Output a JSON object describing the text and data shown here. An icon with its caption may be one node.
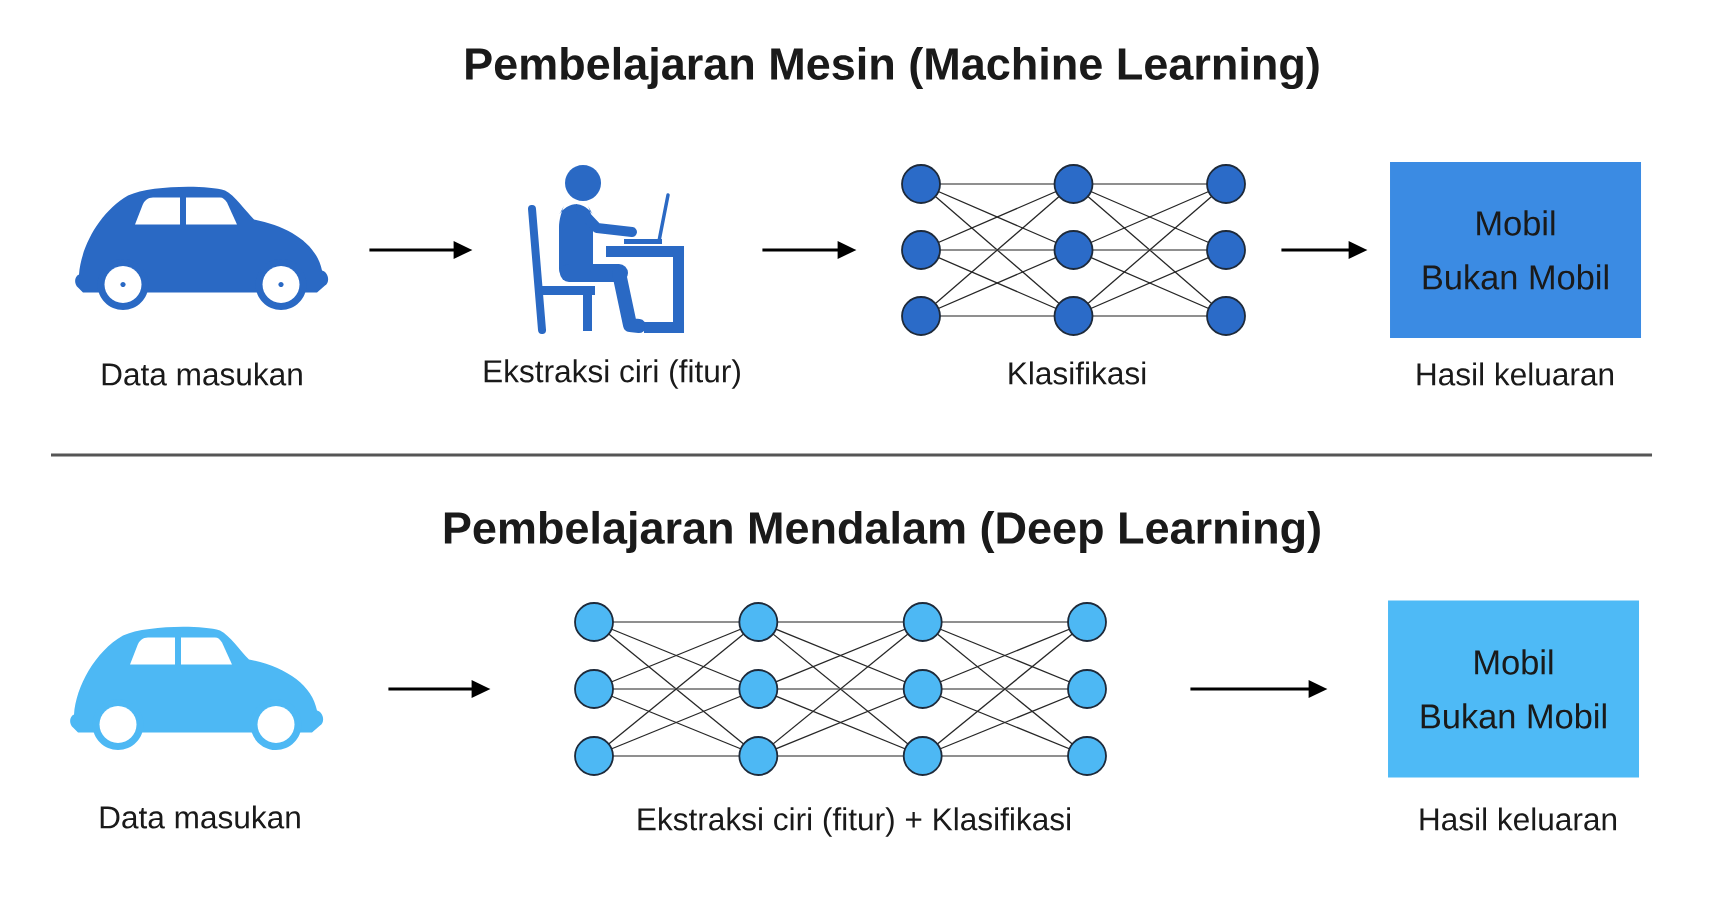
{
  "diagram": {
    "nodes": [
      {
        "text": [],
        "shape": "picture",
        "beside": [
          "Data masukan"
        ]
      },
      {
        "text": [],
        "shape": "picture",
        "beside": [
          "Ekstraksi ciri (fitur)"
        ]
      },
      {
        "text": [],
        "shape": "picture",
        "beside": [
          "Klasifikasi"
        ]
      },
      {
        "text": [
          "Mobil",
          "Bukan Mobil"
        ],
        "beside": [
          "Hasil keluaran"
        ]
      },
      {
        "text": [],
        "shape": "picture",
        "beside": [
          "Data masukan"
        ]
      },
      {
        "text": [],
        "shape": "picture",
        "beside": [
          "Ekstraksi ciri (fitur) + Klasifikasi"
        ]
      },
      {
        "text": [
          "Mobil",
          "Bukan Mobil"
        ],
        "beside": [
          "Hasil keluaran"
        ]
      }
    ],
    "edges": [
      {
        "from": 0,
        "to": 1,
        "arrow": "to"
      },
      {
        "from": 1,
        "to": 2,
        "arrow": "to"
      },
      {
        "from": 2,
        "to": 3,
        "arrow": "to"
      },
      {
        "from": 4,
        "to": 5,
        "arrow": "to"
      },
      {
        "from": 5,
        "to": 6,
        "arrow": "to"
      }
    ],
    "labels": [
      "Pembelajaran Mesin (Machine Learning)",
      "Pembelajaran Mendalam (Deep Learning)"
    ]
  }
}
